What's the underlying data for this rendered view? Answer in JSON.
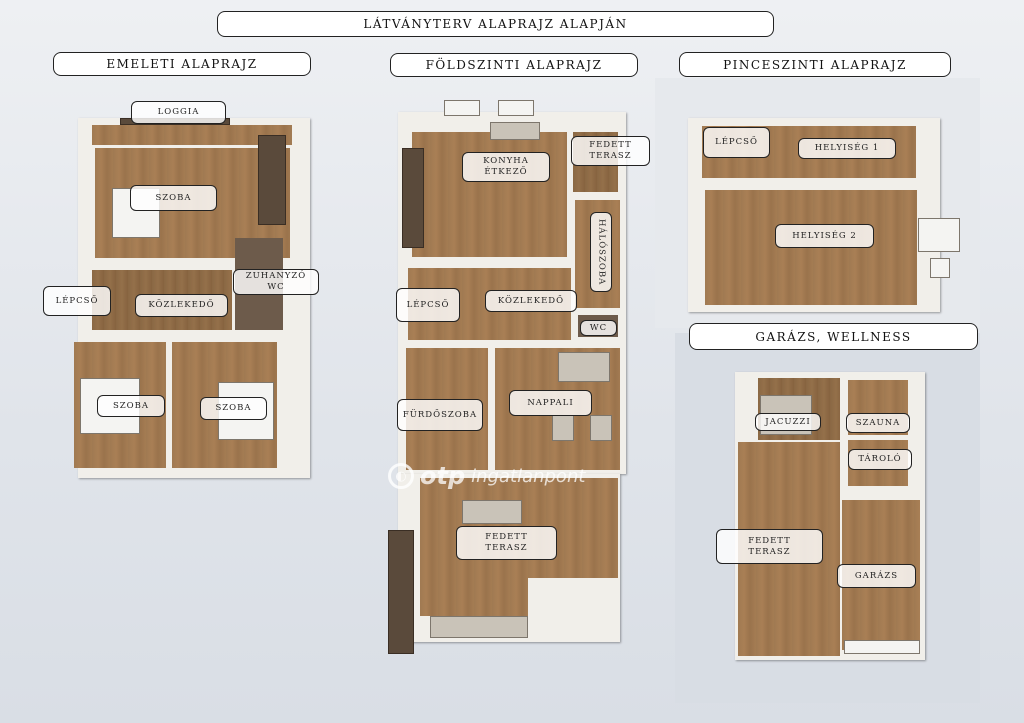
{
  "header": {
    "main_title": "Látványterv alaprajz alapján"
  },
  "sections": {
    "emeleti": "Emeleti alaprajz",
    "foldszinti": "Földszinti alaprajz",
    "pinceszinti": "Pinceszinti alaprajz",
    "garazs": "Garázs, wellness"
  },
  "rooms": {
    "upper": {
      "loggia": "Loggia",
      "szoba1": "Szoba",
      "zuhanyzo": "Zuhanyzó\nWC",
      "lepcso": "Lépcső",
      "kozlekedo": "Közlekedő",
      "szoba2": "Szoba",
      "szoba3": "Szoba"
    },
    "ground": {
      "konyha": "Konyha\nétkező",
      "fedett_terasz1": "Fedett\nterasz",
      "haloszoba": "Hálószoba",
      "lepcso": "Lépcső",
      "kozlekedo": "Közlekedő",
      "wc": "WC",
      "furdoszoba": "Fürdőszoba",
      "nappali": "Nappali",
      "fedett_terasz2": "Fedett\nterasz"
    },
    "basement": {
      "lepcso": "Lépcső",
      "helyiseg1": "Helyiség 1",
      "helyiseg2": "Helyiség 2"
    },
    "garage": {
      "jacuzzi": "Jacuzzi",
      "szauna": "Szauna",
      "tarolo": "Tároló",
      "fedett_terasz": "Fedett\nterasz",
      "garazs": "Garázs"
    }
  },
  "watermark": {
    "brand": "otp",
    "sub": "ingatlanpont",
    "logo_icon": "otp-logo-icon"
  }
}
